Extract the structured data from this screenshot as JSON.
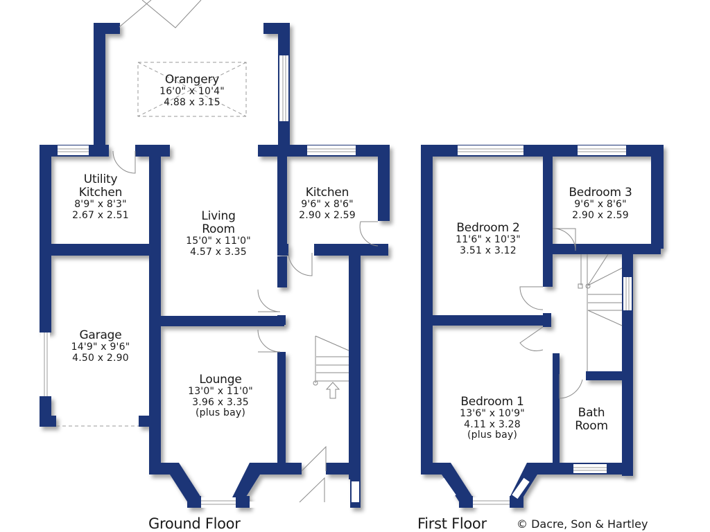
{
  "floors": {
    "ground": {
      "title": "Ground Floor"
    },
    "first": {
      "title": "First Floor"
    }
  },
  "copyright": "© Dacre, Son & Hartley",
  "colors": {
    "wall": "#1f3577",
    "background": "#ffffff",
    "text": "#1a1a1a"
  },
  "rooms": {
    "orangery": {
      "name": "Orangery",
      "imperial": "16'0\"  x  10'4\"",
      "metric": "4.88  x  3.15"
    },
    "utility_kitchen": {
      "name_line1": "Utility",
      "name_line2": "Kitchen",
      "imperial": "8'9\"  x  8'3\"",
      "metric": "2.67  x  2.51"
    },
    "living_room": {
      "name_line1": "Living",
      "name_line2": "Room",
      "imperial": "15'0\"  x  11'0\"",
      "metric": "4.57  x  3.35"
    },
    "kitchen": {
      "name": "Kitchen",
      "imperial": "9'6\"  x  8'6\"",
      "metric": "2.90  x  2.59"
    },
    "garage": {
      "name": "Garage",
      "imperial": "14'9\"  x  9'6\"",
      "metric": "4.50  x  2.90"
    },
    "lounge": {
      "name": "Lounge",
      "imperial": "13'0\"  x  11'0\"",
      "metric": "3.96  x  3.35",
      "note": "(plus bay)"
    },
    "bedroom_2": {
      "name": "Bedroom 2",
      "imperial": "11'6\"  x  10'3\"",
      "metric": "3.51  x  3.12"
    },
    "bedroom_3": {
      "name": "Bedroom 3",
      "imperial": "9'6\"  x  8'6\"",
      "metric": "2.90  x  2.59"
    },
    "bedroom_1": {
      "name": "Bedroom 1",
      "imperial": "13'6\"  x  10'9\"",
      "metric": "4.11  x  3.28",
      "note": "(plus bay)"
    },
    "bathroom": {
      "name_line1": "Bath",
      "name_line2": "Room"
    }
  }
}
